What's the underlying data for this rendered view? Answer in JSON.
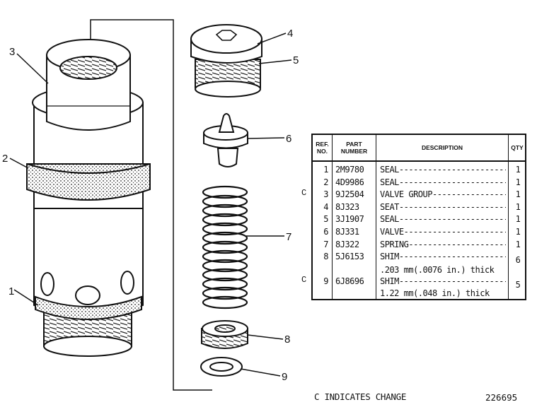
{
  "callouts": [
    "1",
    "2",
    "3",
    "4",
    "5",
    "6",
    "7",
    "8",
    "9"
  ],
  "table": {
    "headers": {
      "ref": "REF.\nNO.",
      "part": "PART\nNUMBER",
      "description": "DESCRIPTION",
      "qty": "QTY"
    },
    "rows": [
      {
        "mark": "",
        "ref": "1",
        "part": "2M9780",
        "description": "SEAL--------------------------",
        "qty": "1"
      },
      {
        "mark": "",
        "ref": "2",
        "part": "4D9986",
        "description": "SEAL--------------------------",
        "qty": "1"
      },
      {
        "mark": "C",
        "ref": "3",
        "part": "9J2504",
        "description": "VALVE GROUP-------------------",
        "qty": "1"
      },
      {
        "mark": "",
        "ref": "4",
        "part": "8J323",
        "description": "SEAT--------------------------",
        "qty": "1"
      },
      {
        "mark": "",
        "ref": "5",
        "part": "3J1907",
        "description": "SEAL--------------------------",
        "qty": "1"
      },
      {
        "mark": "",
        "ref": "6",
        "part": "8J331",
        "description": "VALVE-------------------------",
        "qty": "1"
      },
      {
        "mark": "",
        "ref": "7",
        "part": "8J322",
        "description": "SPRING------------------------",
        "qty": "1"
      },
      {
        "mark": "",
        "ref": "8",
        "part": "5J6153",
        "description": "SHIM--------------------------",
        "qty": "6",
        "note": ".203 mm(.0076 in.) thick"
      },
      {
        "mark": "C",
        "ref": "9",
        "part": "6J8696",
        "description": "SHIM--------------------------",
        "qty": "5",
        "note": "1.22 mm(.048 in.) thick"
      }
    ]
  },
  "footer": {
    "note": "C INDICATES CHANGE",
    "illustration_number": "226695"
  }
}
